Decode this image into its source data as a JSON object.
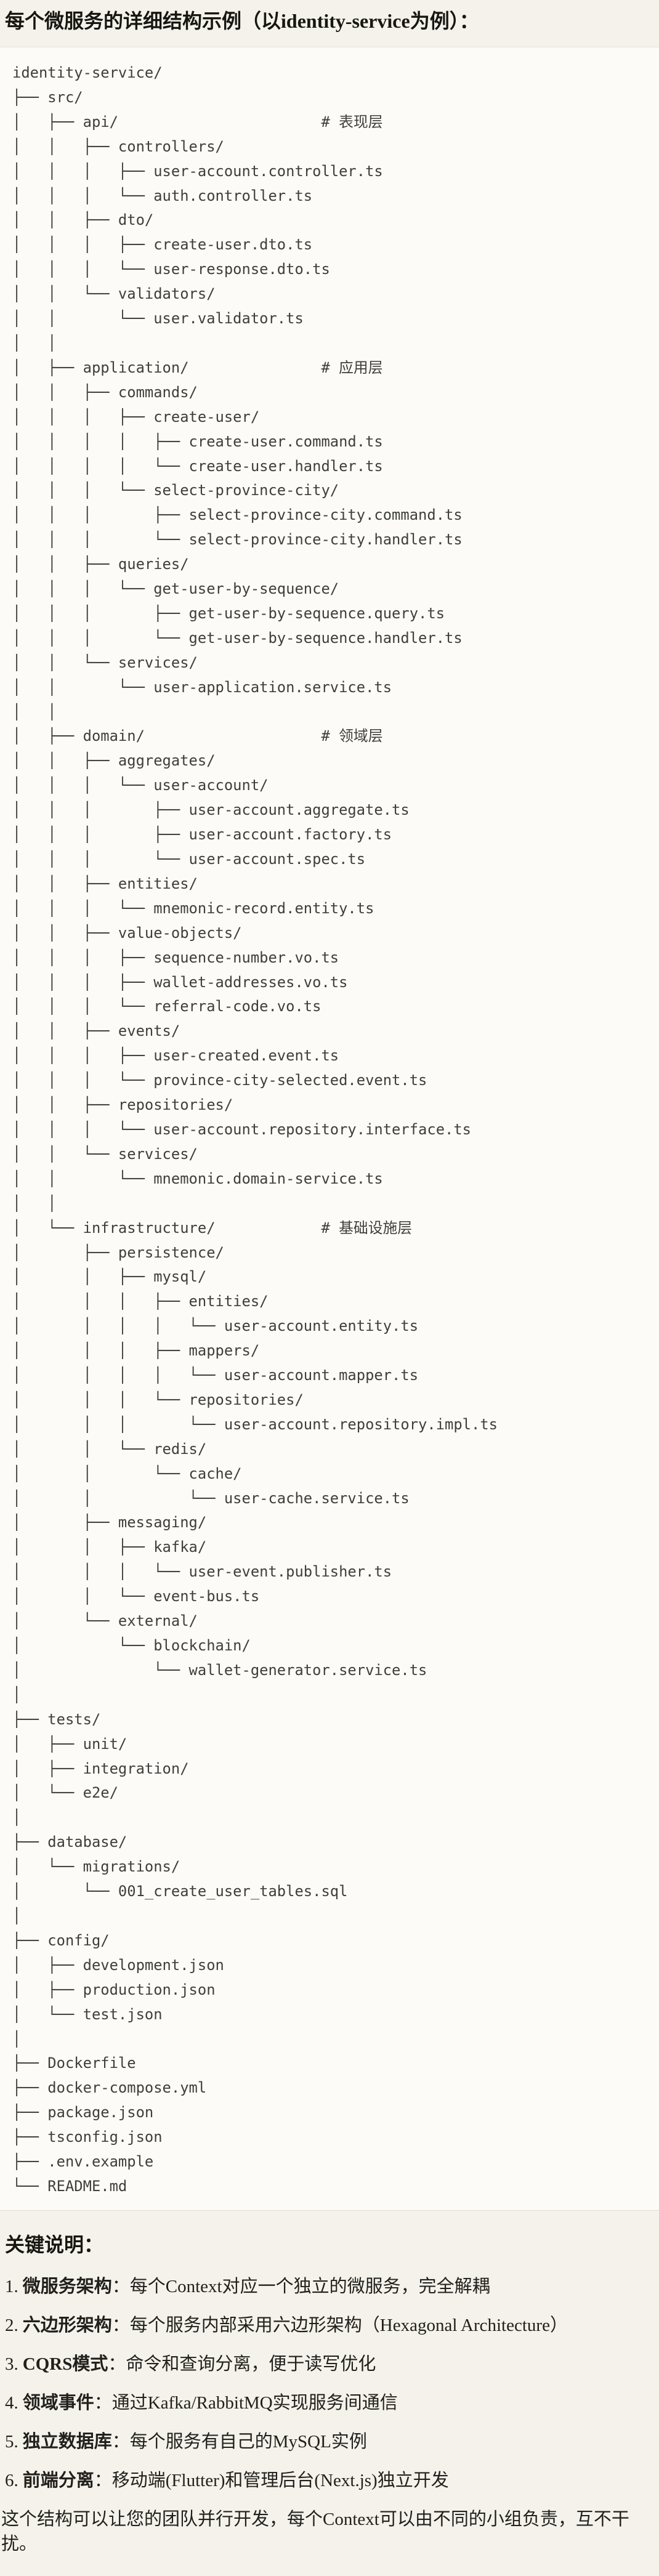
{
  "page": {
    "title": "每个微服务的详细结构示例（以identity-service为例）：",
    "background_color": "#f4f2eb"
  },
  "code_block": {
    "background_color": "#fcfbf8",
    "text_color": "#3e3e3b",
    "lines": [
      "identity-service/",
      "├── src/",
      "│   ├── api/                       # 表现层",
      "│   │   ├── controllers/",
      "│   │   │   ├── user-account.controller.ts",
      "│   │   │   └── auth.controller.ts",
      "│   │   ├── dto/",
      "│   │   │   ├── create-user.dto.ts",
      "│   │   │   └── user-response.dto.ts",
      "│   │   └── validators/",
      "│   │       └── user.validator.ts",
      "│   │",
      "│   ├── application/               # 应用层",
      "│   │   ├── commands/",
      "│   │   │   ├── create-user/",
      "│   │   │   │   ├── create-user.command.ts",
      "│   │   │   │   └── create-user.handler.ts",
      "│   │   │   └── select-province-city/",
      "│   │   │       ├── select-province-city.command.ts",
      "│   │   │       └── select-province-city.handler.ts",
      "│   │   ├── queries/",
      "│   │   │   └── get-user-by-sequence/",
      "│   │   │       ├── get-user-by-sequence.query.ts",
      "│   │   │       └── get-user-by-sequence.handler.ts",
      "│   │   └── services/",
      "│   │       └── user-application.service.ts",
      "│   │",
      "│   ├── domain/                    # 领域层",
      "│   │   ├── aggregates/",
      "│   │   │   └── user-account/",
      "│   │   │       ├── user-account.aggregate.ts",
      "│   │   │       ├── user-account.factory.ts",
      "│   │   │       └── user-account.spec.ts",
      "│   │   ├── entities/",
      "│   │   │   └── mnemonic-record.entity.ts",
      "│   │   ├── value-objects/",
      "│   │   │   ├── sequence-number.vo.ts",
      "│   │   │   ├── wallet-addresses.vo.ts",
      "│   │   │   └── referral-code.vo.ts",
      "│   │   ├── events/",
      "│   │   │   ├── user-created.event.ts",
      "│   │   │   └── province-city-selected.event.ts",
      "│   │   ├── repositories/",
      "│   │   │   └── user-account.repository.interface.ts",
      "│   │   └── services/",
      "│   │       └── mnemonic.domain-service.ts",
      "│   │",
      "│   └── infrastructure/            # 基础设施层",
      "│       ├── persistence/",
      "│       │   ├── mysql/",
      "│       │   │   ├── entities/",
      "│       │   │   │   └── user-account.entity.ts",
      "│       │   │   ├── mappers/",
      "│       │   │   │   └── user-account.mapper.ts",
      "│       │   │   └── repositories/",
      "│       │   │       └── user-account.repository.impl.ts",
      "│       │   └── redis/",
      "│       │       └── cache/",
      "│       │           └── user-cache.service.ts",
      "│       ├── messaging/",
      "│       │   ├── kafka/",
      "│       │   │   └── user-event.publisher.ts",
      "│       │   └── event-bus.ts",
      "│       └── external/",
      "│           └── blockchain/",
      "│               └── wallet-generator.service.ts",
      "│",
      "├── tests/",
      "│   ├── unit/",
      "│   ├── integration/",
      "│   └── e2e/",
      "│",
      "├── database/",
      "│   └── migrations/",
      "│       └── 001_create_user_tables.sql",
      "│",
      "├── config/",
      "│   ├── development.json",
      "│   ├── production.json",
      "│   └── test.json",
      "│",
      "├── Dockerfile",
      "├── docker-compose.yml",
      "├── package.json",
      "├── tsconfig.json",
      "├── .env.example",
      "└── README.md"
    ]
  },
  "notes": {
    "heading": "关键说明：",
    "items": [
      {
        "num": "1.",
        "term": "微服务架构",
        "desc": "：每个Context对应一个独立的微服务，完全解耦"
      },
      {
        "num": "2.",
        "term": "六边形架构",
        "desc": "：每个服务内部采用六边形架构（Hexagonal Architecture）"
      },
      {
        "num": "3.",
        "term": "CQRS模式",
        "desc": "：命令和查询分离，便于读写优化"
      },
      {
        "num": "4.",
        "term": "领域事件",
        "desc": "：通过Kafka/RabbitMQ实现服务间通信"
      },
      {
        "num": "5.",
        "term": "独立数据库",
        "desc": "：每个服务有自己的MySQL实例"
      },
      {
        "num": "6.",
        "term": "前端分离",
        "desc": "：移动端(Flutter)和管理后台(Next.js)独立开发"
      }
    ]
  },
  "footer": {
    "text": "这个结构可以让您的团队并行开发，每个Context可以由不同的小组负责，互不干扰。"
  }
}
